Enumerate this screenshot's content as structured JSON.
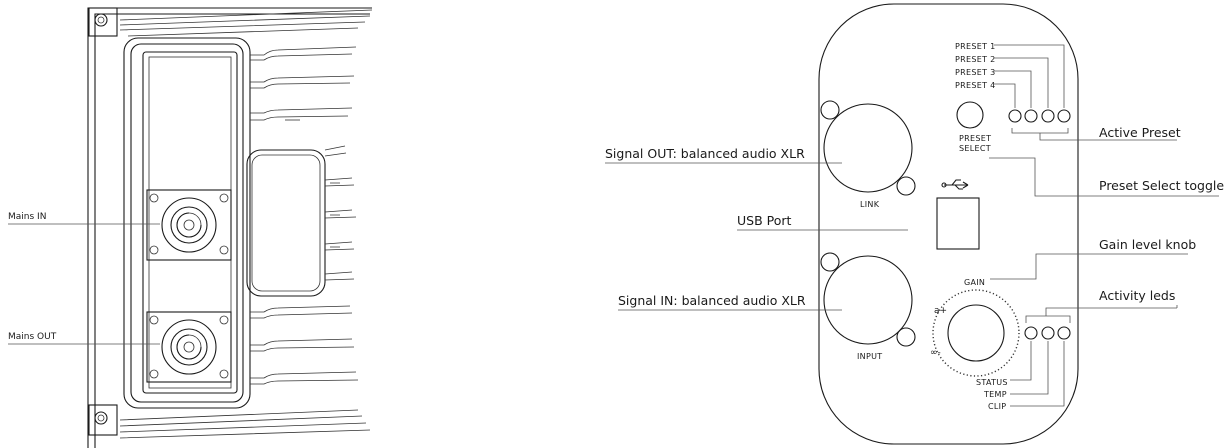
{
  "left_panel": {
    "mains_in_label": "Mains IN",
    "mains_out_label": "Mains OUT"
  },
  "right_panel": {
    "callouts": {
      "signal_out": "Signal OUT: balanced audio XLR",
      "usb_port": "USB Port",
      "signal_in": "Signal IN: balanced audio XLR",
      "active_preset": "Active Preset",
      "preset_select_toggle": "Preset Select toggle",
      "gain_level_knob": "Gain level knob",
      "activity_leds": "Activity leds"
    },
    "panel_labels": {
      "preset_1": "PRESET 1",
      "preset_2": "PRESET 2",
      "preset_3": "PRESET 3",
      "preset_4": "PRESET 4",
      "preset_select_line1": "PRESET",
      "preset_select_line2": "SELECT",
      "link": "LINK",
      "input": "INPUT",
      "gain": "GAIN",
      "gain_max": "a+",
      "gain_min": "∞-",
      "status": "STATUS",
      "temp": "TEMP",
      "clip": "CLIP"
    }
  },
  "icons": [
    "powercon-connector-icon",
    "xlr-connector-icon",
    "usb-icon",
    "gain-knob-icon",
    "led-indicator-icon",
    "screw-icon"
  ]
}
